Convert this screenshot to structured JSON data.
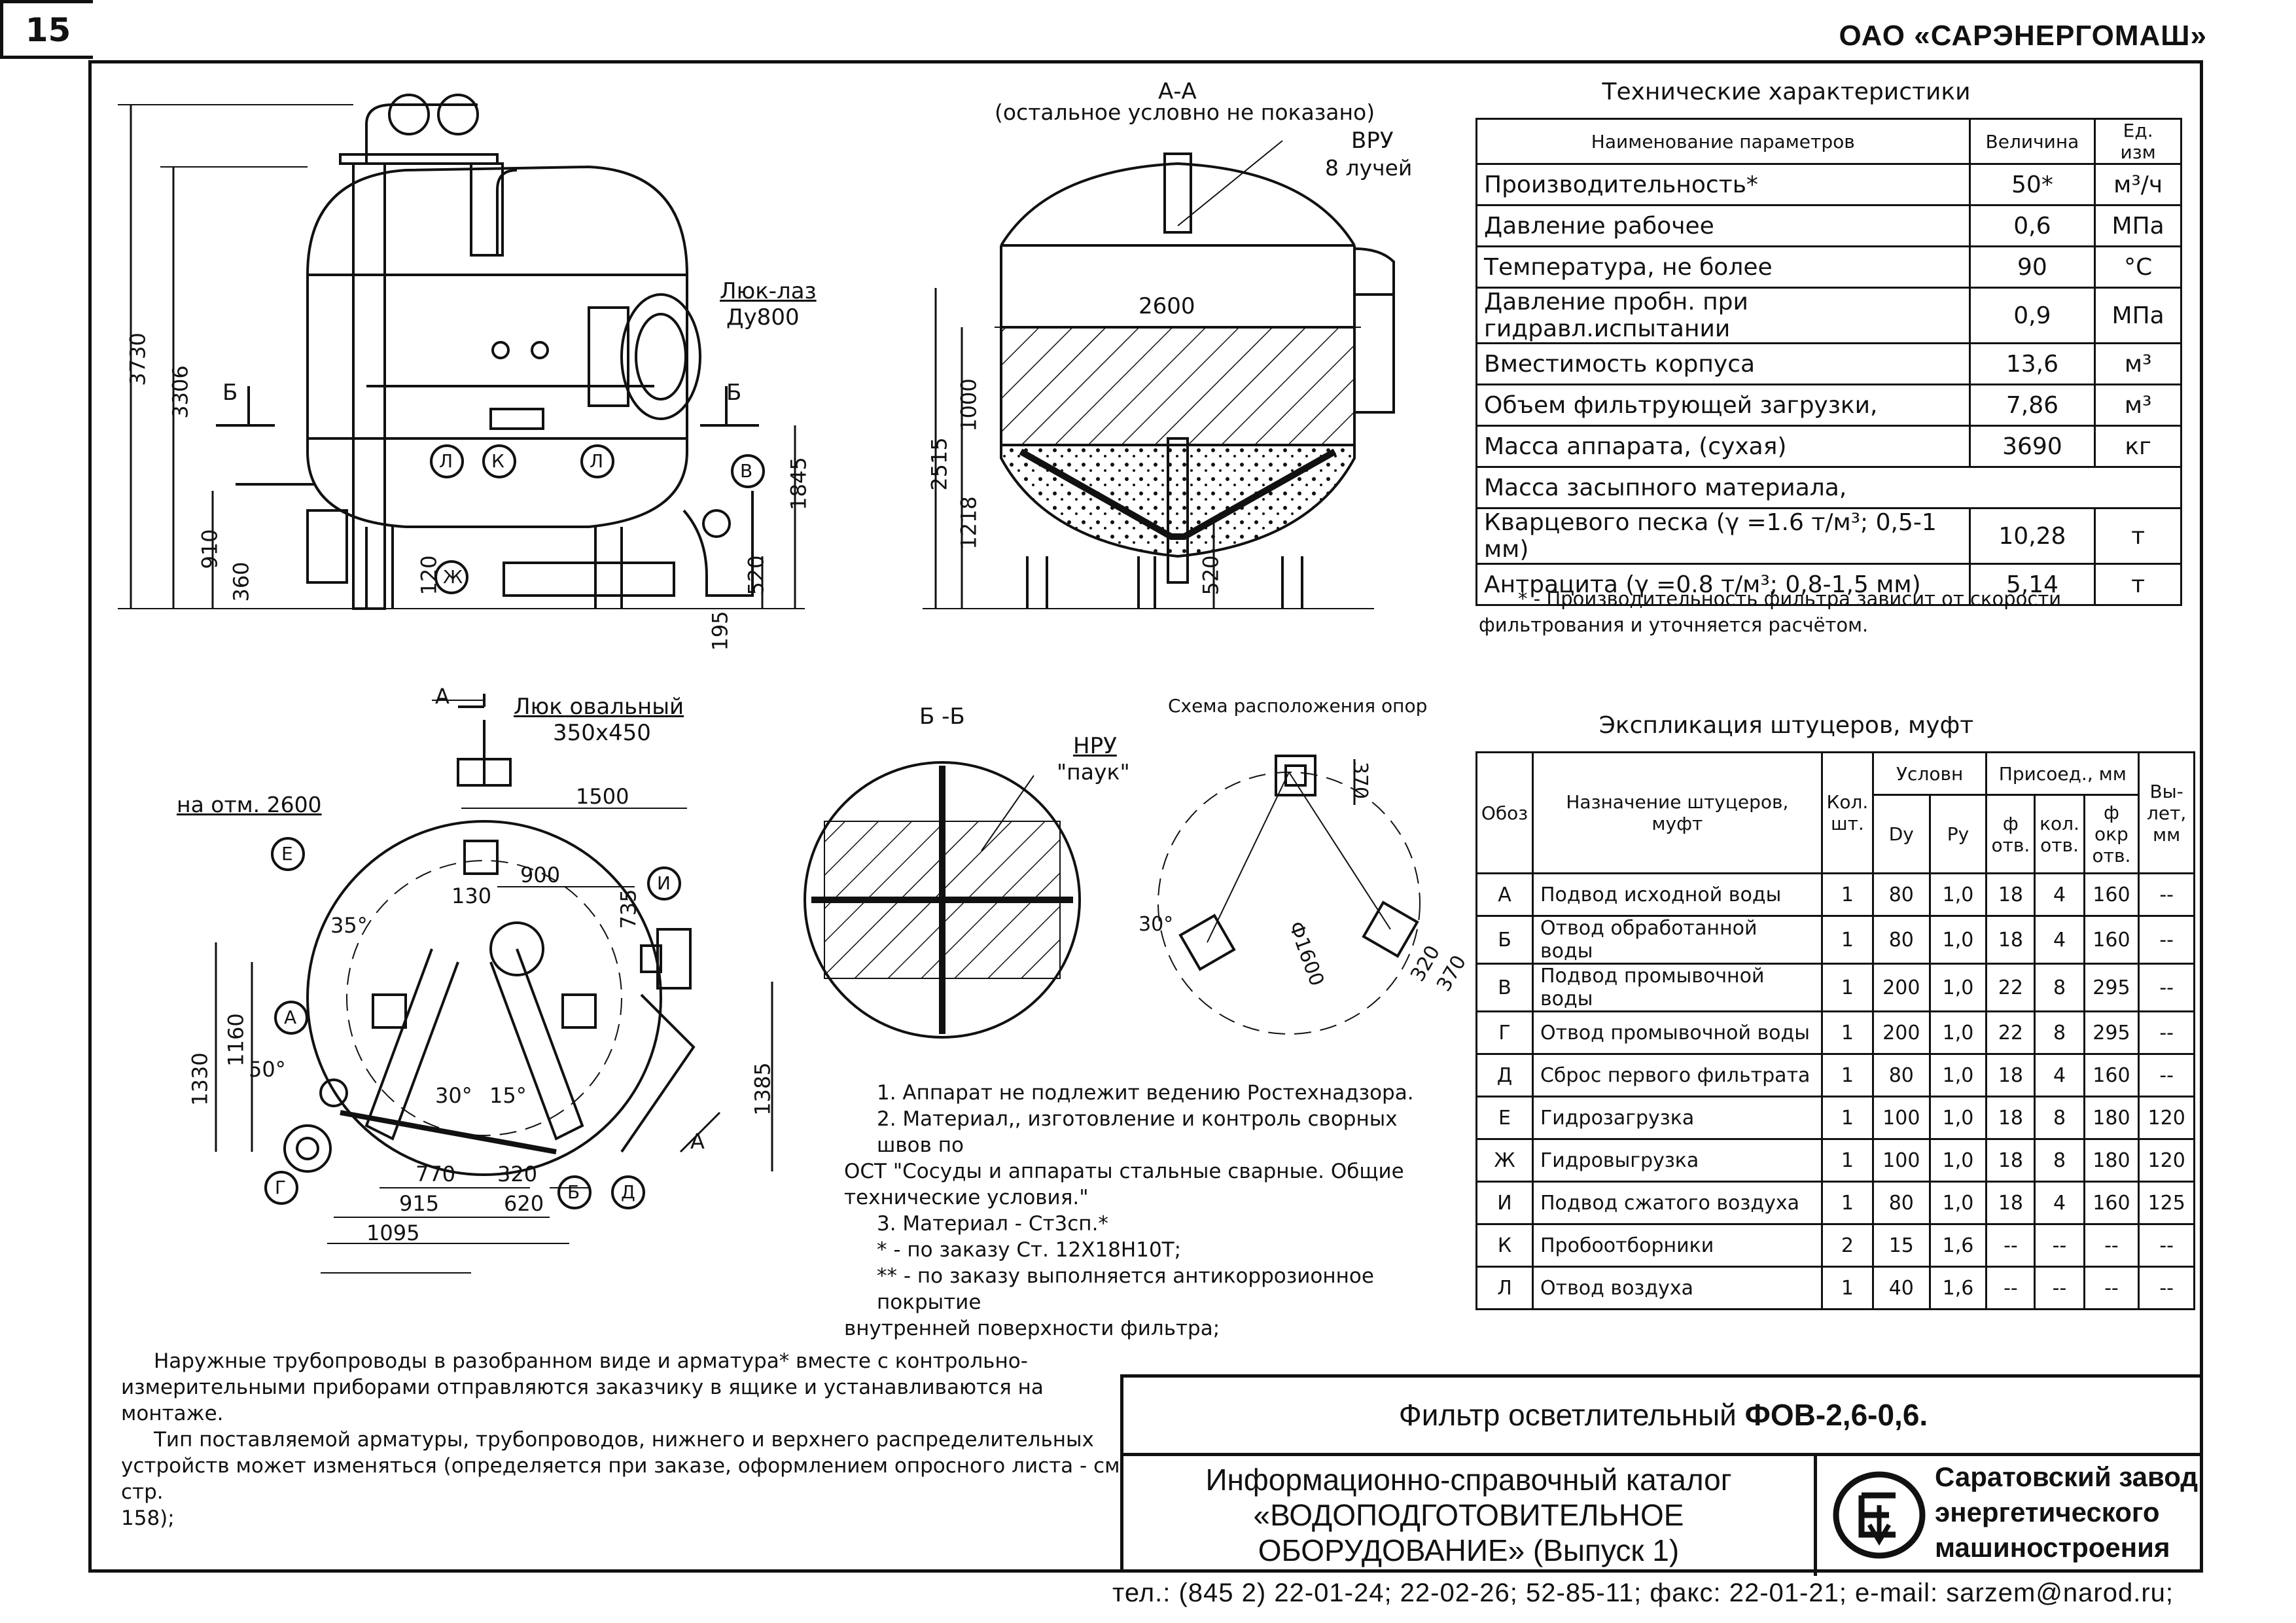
{
  "header": {
    "company": "ОАО «САРЭНЕРГОМАШ»",
    "page_number": "15"
  },
  "drawing_labels": {
    "dim_3730": "3730",
    "dim_3306": "3306",
    "dim_910": "910",
    "dim_360": "360",
    "dim_120": "120",
    "dim_1845": "1845",
    "dim_520": "520",
    "dim_195": "195",
    "section_b_left": "Б",
    "section_b_right": "Б",
    "hatch_label": "Люк-лаз",
    "hatch_size": "Ду800",
    "mark_l1": "Л",
    "mark_k": "К",
    "mark_l2": "Л",
    "mark_v": "В",
    "mark_zh": "Ж",
    "aa_title": "А-А",
    "aa_sub": "(остальное условно не показано)",
    "vru": "ВРУ",
    "vru_rays": "8 лучей",
    "aa_2600": "2600",
    "aa_2515": "2515",
    "aa_1000": "1000",
    "aa_1218": "1218",
    "aa_520": "520",
    "plan_a": "А",
    "oval_hatch": "Люк овальный",
    "oval_size": "350x450",
    "mark_level": "на отм. 2600",
    "mark_e": "Е",
    "mark_i": "И",
    "mark_a": "А",
    "mark_g": "Г",
    "mark_b2": "Б",
    "mark_d": "Д",
    "p_1500": "1500",
    "p_900": "900",
    "p_130": "130",
    "p_735": "735",
    "p_35": "35°",
    "p_50": "50°",
    "p_30": "30°",
    "p_15": "15°",
    "p_1330": "1330",
    "p_1160": "1160",
    "p_1385": "1385",
    "p_770": "770",
    "p_320": "320",
    "p_915": "915",
    "p_620": "620",
    "p_1095": "1095",
    "p_arrow_a": "А",
    "bb_title": "Б -Б",
    "nru": "НРУ",
    "nru_sub": "\"паук\"",
    "supports_title": "Схема расположения опор",
    "s_370a": "370",
    "s_30": "30°",
    "s_1600": "Ф1600",
    "s_320": "320",
    "s_370b": "370"
  },
  "tech": {
    "title": "Технические характеристики",
    "headers": [
      "Наименование параметров",
      "Величина",
      "Ед. изм"
    ],
    "rows": [
      {
        "name": "Производительность*",
        "value": "50*",
        "unit": "м³/ч"
      },
      {
        "name": "Давление рабочее",
        "value": "0,6",
        "unit": "МПа"
      },
      {
        "name": "Температура, не более",
        "value": "90",
        "unit": "°C"
      },
      {
        "name": "Давление пробн. при гидравл.испытании",
        "value": "0,9",
        "unit": "МПа"
      },
      {
        "name": "Вместимость корпуса",
        "value": "13,6",
        "unit": "м³"
      },
      {
        "name": "Объем фильтрующей загрузки,",
        "value": "7,86",
        "unit": "м³"
      },
      {
        "name": "Масса аппарата, (сухая)",
        "value": "3690",
        "unit": "кг"
      },
      {
        "name": "Масса засыпного материала,",
        "value": "",
        "unit": ""
      },
      {
        "name": "Кварцевого песка (γ =1.6 т/м³; 0,5-1 мм)",
        "value": "10,28",
        "unit": "т"
      },
      {
        "name": "Антрацита (γ =0.8 т/м³; 0,8-1,5 мм)",
        "value": "5,14",
        "unit": "т"
      }
    ],
    "footnote_1": "* - Производительность фильтра зависит от скорости",
    "footnote_2": "фильтрования и уточняется расчётом."
  },
  "explication": {
    "title": "Экспликация штуцеров, муфт",
    "h_obozn": "Обоз",
    "h_purpose": "Назначение штуцеров, муфт",
    "h_qty": "Кол. шт.",
    "h_cond": "Условн",
    "h_dy": "Dy",
    "h_py": "Ру",
    "h_conn": "Присоед., мм",
    "h_d_otv": "ф отв.",
    "h_kol_otv": "кол. отв.",
    "h_d_okr": "ф окр отв.",
    "h_vylet": "Вы- лет, мм",
    "rows": [
      [
        "А",
        "Подвод исходной воды",
        "1",
        "80",
        "1,0",
        "18",
        "4",
        "160",
        "--"
      ],
      [
        "Б",
        "Отвод обработанной воды",
        "1",
        "80",
        "1,0",
        "18",
        "4",
        "160",
        "--"
      ],
      [
        "В",
        "Подвод промывочной воды",
        "1",
        "200",
        "1,0",
        "22",
        "8",
        "295",
        "--"
      ],
      [
        "Г",
        "Отвод промывочной воды",
        "1",
        "200",
        "1,0",
        "22",
        "8",
        "295",
        "--"
      ],
      [
        "Д",
        "Сброс первого фильтрата",
        "1",
        "80",
        "1,0",
        "18",
        "4",
        "160",
        "--"
      ],
      [
        "Е",
        "Гидрозагрузка",
        "1",
        "100",
        "1,0",
        "18",
        "8",
        "180",
        "120"
      ],
      [
        "Ж",
        "Гидровыгрузка",
        "1",
        "100",
        "1,0",
        "18",
        "8",
        "180",
        "120"
      ],
      [
        "И",
        "Подвод сжатого воздуха",
        "1",
        "80",
        "1,0",
        "18",
        "4",
        "160",
        "125"
      ],
      [
        "К",
        "Пробоотборники",
        "2",
        "15",
        "1,6",
        "--",
        "--",
        "--",
        "--"
      ],
      [
        "Л",
        "Отвод воздуха",
        "1",
        "40",
        "1,6",
        "--",
        "--",
        "--",
        "--"
      ]
    ]
  },
  "notes": {
    "n1": "1. Аппарат не подлежит ведению Ростехнадзора.",
    "n2a": "2. Материал,, изготовление и контроль сворных швов по",
    "n2b": "ОСТ \"Сосуды и аппараты стальные сварные. Общие",
    "n2c": "технические условия.\"",
    "n3": "3. Материал - Ст3сп.*",
    "n4": "* - по заказу Ст. 12Х18Н10Т;",
    "n5a": "** - по заказу выполняется антикоррозионное покрытие",
    "n5b": "внутренней поверхности фильтра;"
  },
  "general_note": {
    "l1": "Наружные трубопроводы в разобранном виде и арматура* вместе с контрольно-",
    "l2": "измерительными приборами отправляются заказчику в ящике и устанавливаются на монтаже.",
    "l3": "Тип поставляемой арматуры, трубопроводов, нижнего и верхнего распределительных",
    "l4": "устройств может изменяться (определяется при заказе, оформлением опросного листа - см стр.",
    "l5": "158);"
  },
  "title_block": {
    "product": "Фильтр осветлительный",
    "model": "ФОВ-2,6-0,6.",
    "cat_l1": "Информационно-справочный каталог",
    "cat_l2": "«ВОДОПОДГОТОВИТЕЛЬНОЕ",
    "cat_l3": "ОБОРУДОВАНИЕ» (Выпуск 1)",
    "org_l1": "Саратовский завод",
    "org_l2": "энергетического",
    "org_l3": "машиностроения"
  },
  "contacts": "тел.: (845 2) 22-01-24; 22-02-26; 52-85-11; факс: 22-01-21; e-mail: sarzem@narod.ru;"
}
